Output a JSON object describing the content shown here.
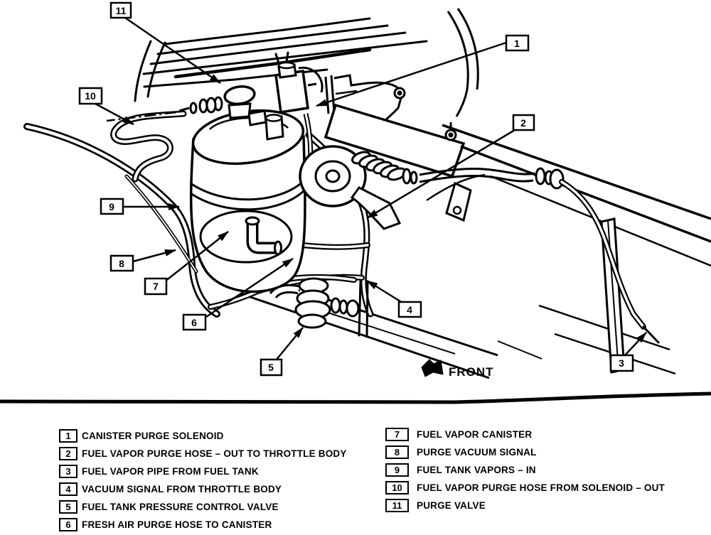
{
  "diagram": {
    "front_label": "FRONT",
    "callouts": [
      {
        "num": "1"
      },
      {
        "num": "2"
      },
      {
        "num": "3"
      },
      {
        "num": "4"
      },
      {
        "num": "5"
      },
      {
        "num": "6"
      },
      {
        "num": "7"
      },
      {
        "num": "8"
      },
      {
        "num": "9"
      },
      {
        "num": "10"
      },
      {
        "num": "11"
      }
    ]
  },
  "legend": {
    "left": [
      {
        "num": "1",
        "label": "CANISTER PURGE SOLENOID"
      },
      {
        "num": "2",
        "label": "FUEL VAPOR PURGE HOSE – OUT TO THROTTLE BODY"
      },
      {
        "num": "3",
        "label": "FUEL VAPOR PIPE FROM FUEL TANK"
      },
      {
        "num": "4",
        "label": "VACUUM SIGNAL FROM THROTTLE BODY"
      },
      {
        "num": "5",
        "label": "FUEL TANK PRESSURE CONTROL VALVE"
      },
      {
        "num": "6",
        "label": "FRESH AIR PURGE HOSE TO CANISTER"
      }
    ],
    "right": [
      {
        "num": "7",
        "label": "FUEL VAPOR CANISTER"
      },
      {
        "num": "8",
        "label": "PURGE VACUUM SIGNAL"
      },
      {
        "num": "9",
        "label": "FUEL TANK VAPORS – IN"
      },
      {
        "num": "10",
        "label": "FUEL VAPOR PURGE HOSE FROM SOLENOID – OUT"
      },
      {
        "num": "11",
        "label": "PURGE VALVE"
      }
    ]
  }
}
